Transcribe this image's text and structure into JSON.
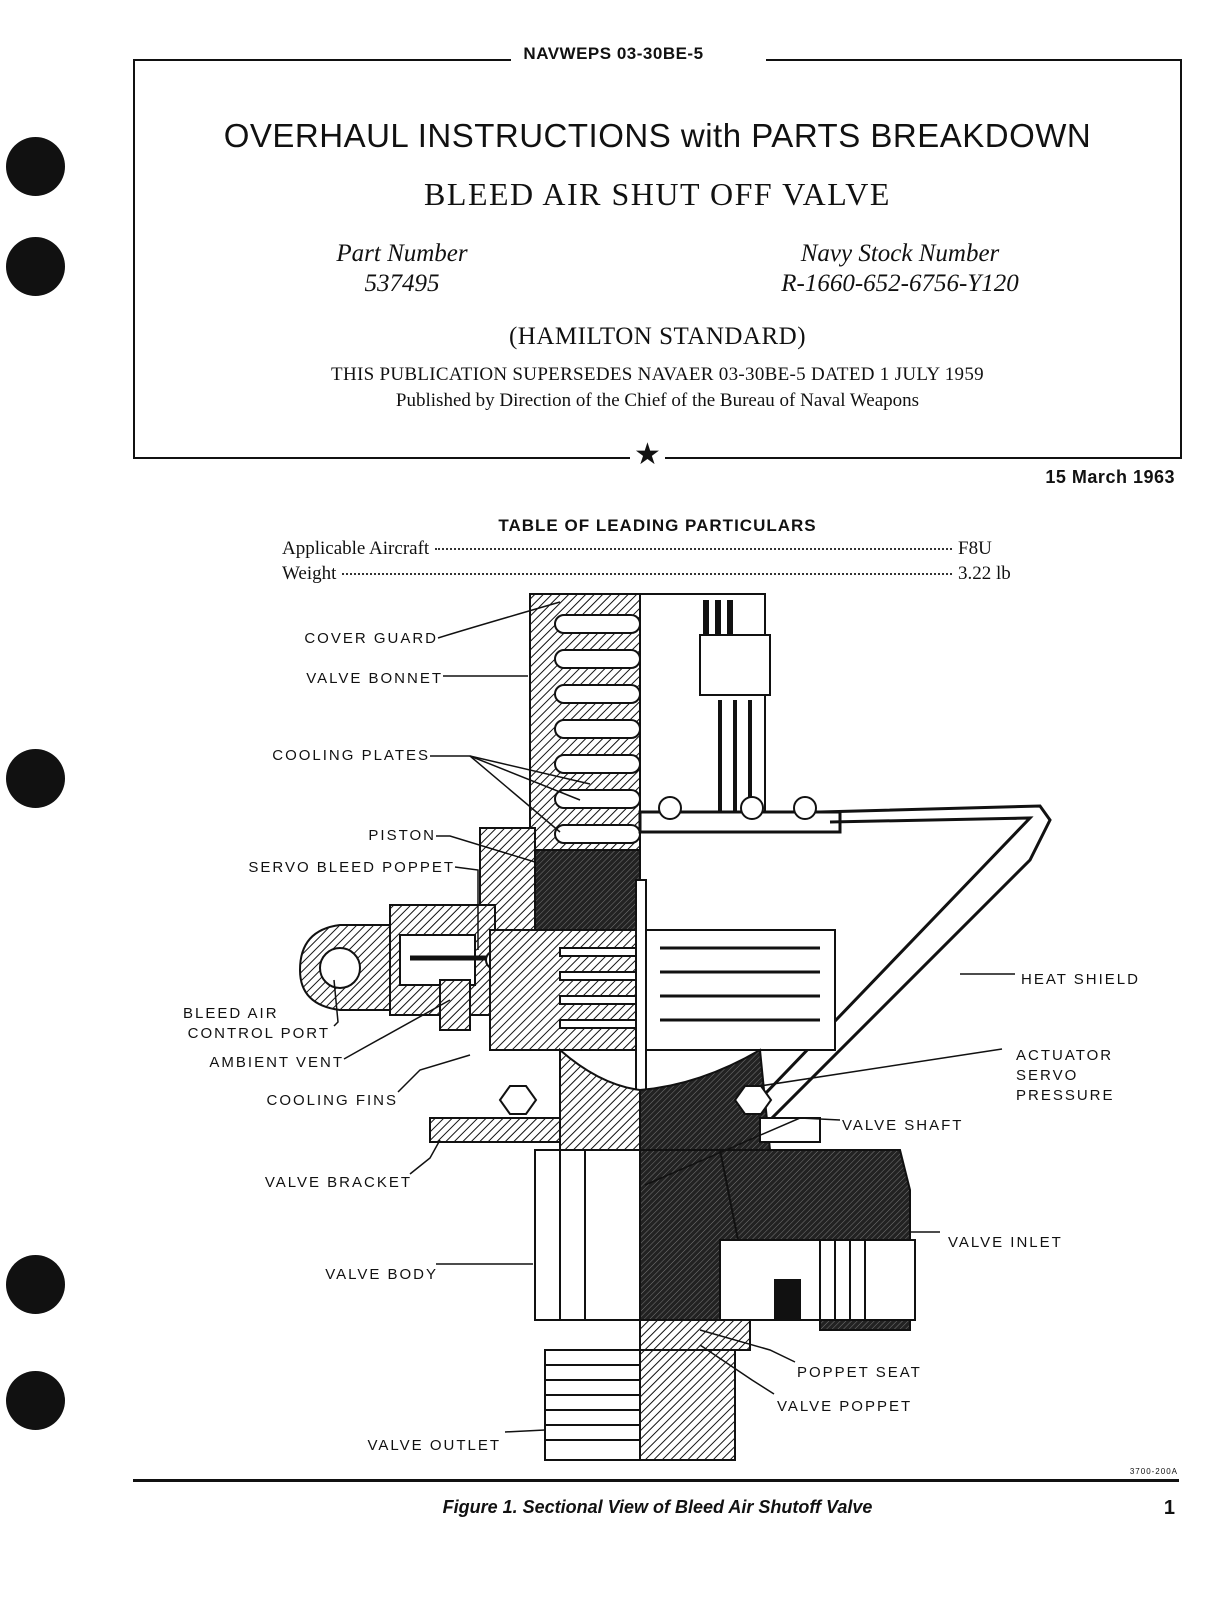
{
  "header": {
    "doc_number": "NAVWEPS 03-30BE-5"
  },
  "title": {
    "line1": "OVERHAUL INSTRUCTIONS with PARTS BREAKDOWN",
    "line2": "BLEED AIR SHUT OFF VALVE"
  },
  "part_number": {
    "label": "Part Number",
    "value": "537495"
  },
  "stock_number": {
    "label": "Navy Stock Number",
    "value": "R-1660-652-6756-Y120"
  },
  "manufacturer": "(HAMILTON STANDARD)",
  "supersedes": "THIS PUBLICATION SUPERSEDES NAVAER 03-30BE-5 DATED 1 JULY 1959",
  "published_by": "Published by Direction of the Chief of the Bureau of Naval Weapons",
  "date": "15 March 1963",
  "leading_particulars": {
    "title": "TABLE OF LEADING PARTICULARS",
    "rows": [
      {
        "label": "Applicable Aircraft",
        "value": "F8U"
      },
      {
        "label": "Weight",
        "value": "3.22 lb"
      }
    ]
  },
  "figure": {
    "drawing_number": "3700-200A",
    "caption": "Figure 1. Sectional View of Bleed Air Shutoff Valve",
    "callouts": {
      "cover_guard": "COVER GUARD",
      "valve_bonnet": "VALVE BONNET",
      "cooling_plates": "COOLING PLATES",
      "piston": "PISTON",
      "servo_bleed_poppet": "SERVO BLEED POPPET",
      "bleed_air": "BLEED AIR",
      "control_port": "CONTROL PORT",
      "ambient_vent": "AMBIENT VENT",
      "cooling_fins": "COOLING FINS",
      "valve_bracket": "VALVE BRACKET",
      "valve_body": "VALVE BODY",
      "valve_outlet": "VALVE OUTLET",
      "heat_shield": "HEAT SHIELD",
      "actuator": "ACTUATOR",
      "servo": "SERVO",
      "pressure": "PRESSURE",
      "valve_shaft": "VALVE SHAFT",
      "valve_inlet": "VALVE INLET",
      "poppet_seat": "POPPET SEAT",
      "valve_poppet": "VALVE POPPET"
    }
  },
  "page_number": "1"
}
